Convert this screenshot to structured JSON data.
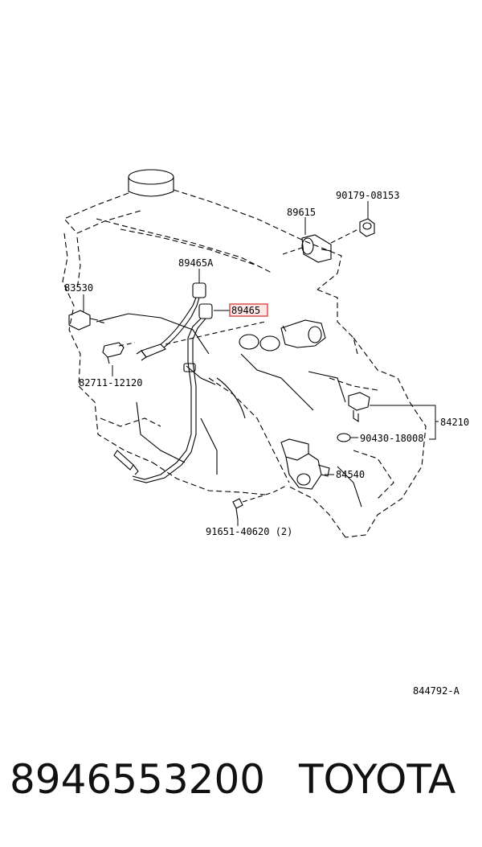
{
  "callouts": {
    "c90179": "90179-08153",
    "c89615": "89615",
    "c89465a": "89465A",
    "c89465": "89465",
    "c83530": "83530",
    "c82711": "82711-12120",
    "c84210": "84210",
    "c90430": "90430-18008",
    "c84540": "84540",
    "c91651": "91651-40620 (2)"
  },
  "figure_code": "844792-A",
  "footer": {
    "part_number": "8946553200",
    "brand": "TOYOTA"
  },
  "colors": {
    "line": "#000000",
    "highlight": "#d9534f"
  }
}
